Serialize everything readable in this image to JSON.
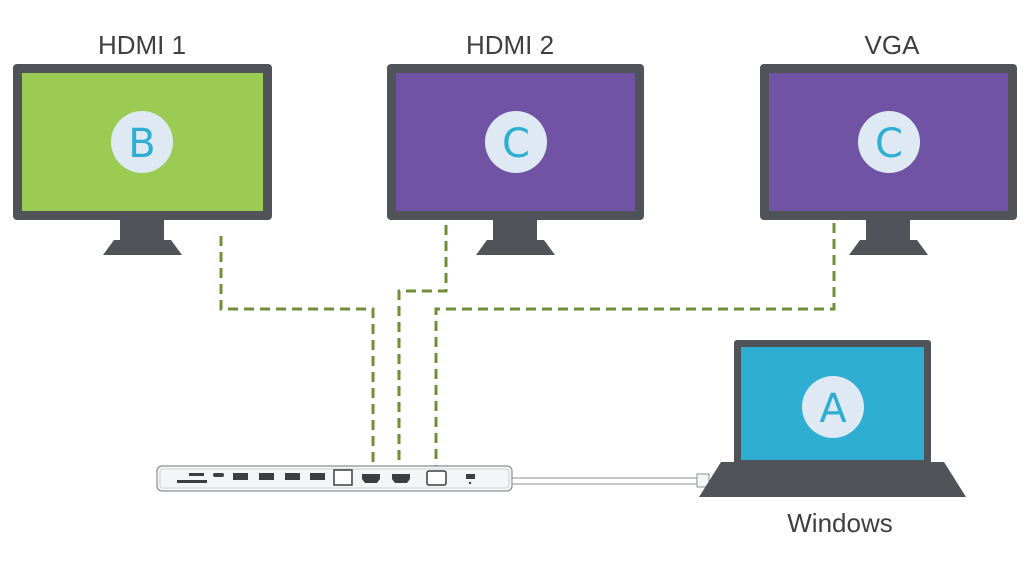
{
  "monitors": [
    {
      "label": "HDMI 1",
      "badge": "B",
      "screen_color": "#9ccb53"
    },
    {
      "label": "HDMI 2",
      "badge": "C",
      "screen_color": "#7153a5"
    },
    {
      "label": "VGA",
      "badge": "C",
      "screen_color": "#7153a5"
    }
  ],
  "laptop": {
    "label": "Windows",
    "badge": "A",
    "screen_color": "#2eaed3"
  },
  "colors": {
    "frame": "#505357",
    "cable": "#6f8f37",
    "badge_bg": "#dfe9f4",
    "badge_text": "#2eaed3",
    "text": "#3f3f3f"
  }
}
